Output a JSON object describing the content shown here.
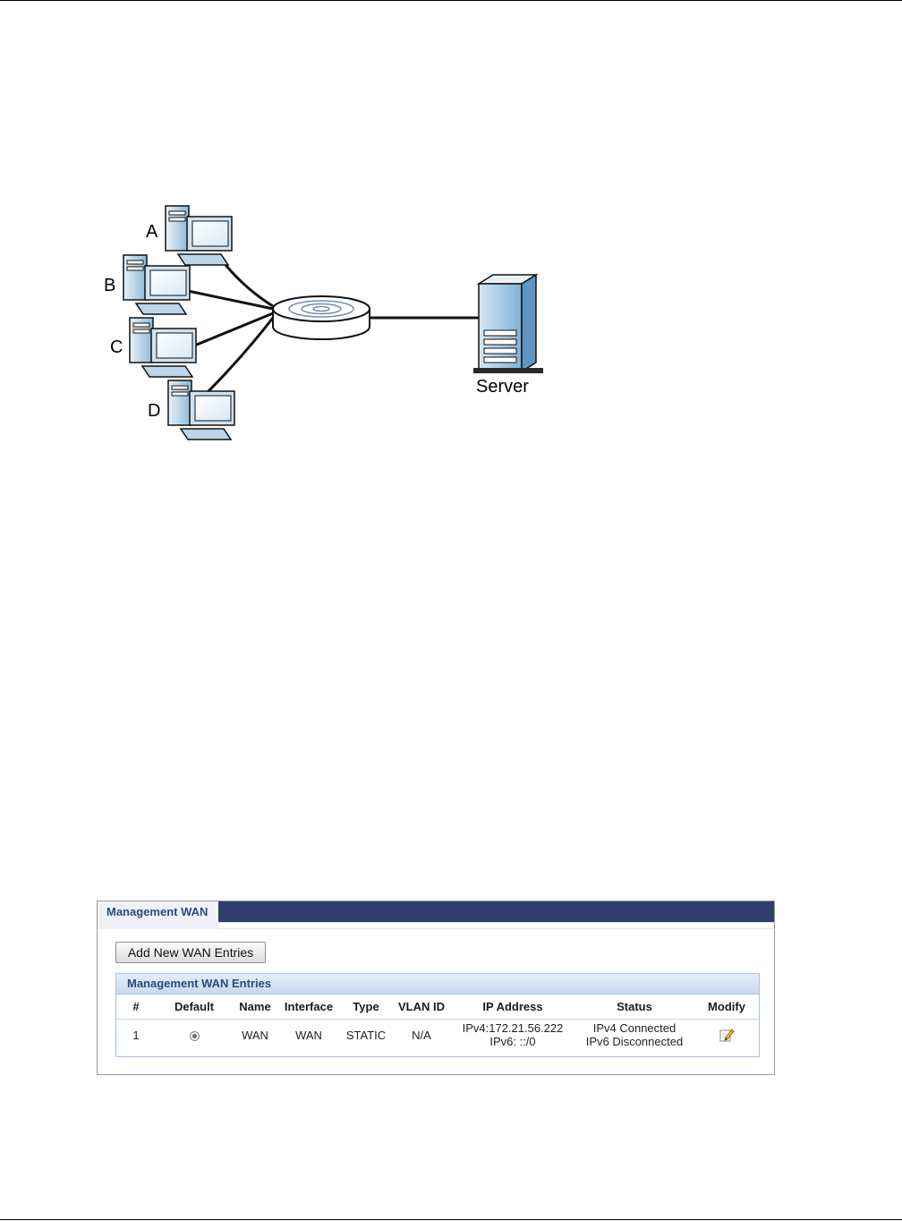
{
  "diagram": {
    "labels": {
      "a": "A",
      "b": "B",
      "c": "C",
      "d": "D",
      "server": "Server"
    }
  },
  "wan": {
    "tab_label": "Management WAN",
    "add_button": "Add New WAN Entries",
    "entries_title": "Management WAN Entries",
    "columns": [
      "#",
      "Default",
      "Name",
      "Interface",
      "Type",
      "VLAN ID",
      "IP Address",
      "Status",
      "Modify"
    ],
    "rows": [
      {
        "index": "1",
        "name": "WAN",
        "interface": "WAN",
        "type": "STATIC",
        "vlan_id": "N/A",
        "ip_v4": "IPv4:172.21.56.222",
        "ip_v6": "IPv6: ::/0",
        "status_v4": "IPv4 Connected",
        "status_v6": "IPv6 Disconnected",
        "modify_icon": "edit-icon"
      }
    ]
  }
}
